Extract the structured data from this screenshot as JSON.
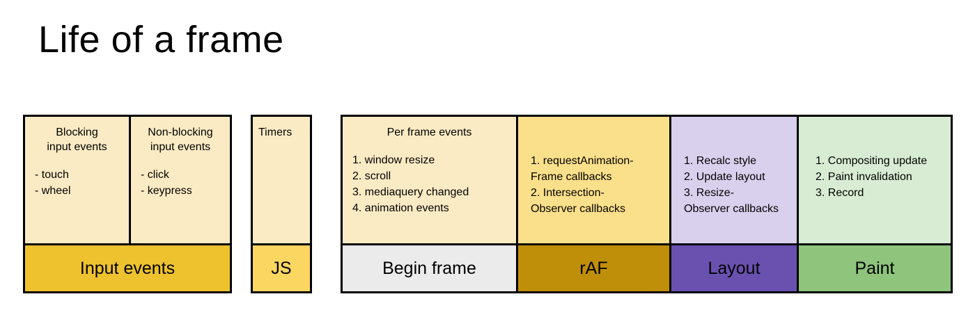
{
  "title": "Life of a frame",
  "colors": {
    "cream": "#FBEBC4",
    "gold": "#EEC22E",
    "js_yellow": "#FBD661",
    "raf_body": "#FBE08B",
    "raf_footer": "#C08F09",
    "begin_frame_footer": "#EBEBEB",
    "layout_body": "#D9D0ED",
    "layout_footer": "#6A51B0",
    "paint_body": "#D8ECD4",
    "paint_footer": "#8EC47C",
    "border": "#000000"
  },
  "groups": [
    {
      "name": "input-events",
      "footer": "Input events",
      "cells": [
        {
          "name": "blocking-input-events",
          "heading": "Blocking\ninput events",
          "items": [
            "- touch",
            "- wheel"
          ]
        },
        {
          "name": "non-blocking-input-events",
          "heading": "Non-blocking\ninput events",
          "items": [
            "- click",
            "- keypress"
          ]
        }
      ]
    },
    {
      "name": "timers",
      "footer": "JS",
      "cells": [
        {
          "name": "timers",
          "heading": "Timers",
          "items": []
        }
      ]
    },
    {
      "name": "frame-pipeline",
      "cells": [
        {
          "name": "begin-frame",
          "footer": "Begin frame",
          "heading": "Per frame events",
          "items": [
            "1. window resize",
            "2. scroll",
            "3. mediaquery changed",
            "4. animation events"
          ]
        },
        {
          "name": "raf",
          "footer": "rAF",
          "heading": "",
          "items": [
            "1. requestAnimation-\nFrame callbacks",
            "2. Intersection-\nObserver callbacks"
          ]
        },
        {
          "name": "layout",
          "footer": "Layout",
          "heading": "",
          "items": [
            "1. Recalc style",
            "2. Update layout",
            "3. Resize-\nObserver callbacks"
          ]
        },
        {
          "name": "paint",
          "footer": "Paint",
          "heading": "",
          "items": [
            "1. Compositing update",
            "2. Paint invalidation",
            "3. Record"
          ]
        }
      ]
    }
  ]
}
